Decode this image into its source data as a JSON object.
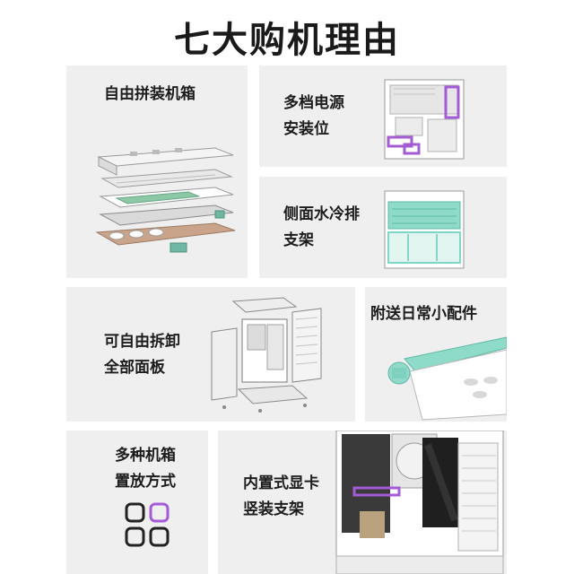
{
  "title": "七大购机理由",
  "features": [
    {
      "line1": "自由拼装机箱",
      "line2": ""
    },
    {
      "line1": "多档电源",
      "line2": "安装位"
    },
    {
      "line1": "侧面水冷排",
      "line2": "支架"
    },
    {
      "line1": "可自由拆卸",
      "line2": "全部面板"
    },
    {
      "line1": "附送日常小配件",
      "line2": ""
    },
    {
      "line1": "多种机箱",
      "line2": "置放方式"
    },
    {
      "line1": "内置式显卡",
      "line2": "竖装支架"
    }
  ],
  "colors": {
    "panel_bg": "#efefef",
    "accent_purple": "#a45bd6",
    "accent_mint": "#7fd6c4",
    "dark": "#1a1a1a"
  },
  "icons": [
    "exploded-case-illustration",
    "psu-mount-illustration",
    "radiator-bracket-illustration",
    "panel-removal-illustration",
    "accessory-illustration",
    "layout-grid-icon",
    "vertical-gpu-illustration"
  ]
}
